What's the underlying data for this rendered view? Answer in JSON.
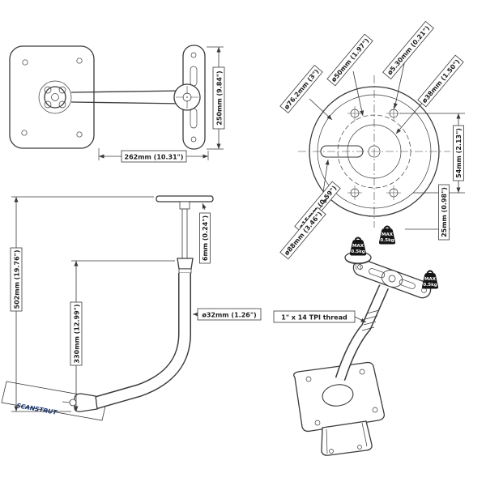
{
  "drawing": {
    "top_view": {
      "width": "262mm (10.31\")",
      "height": "250mm (9.84\")"
    },
    "plate_view": {
      "rim": "ø76.2mm (3\")",
      "bolt_circle": "ø50mm (1.97\")",
      "small_hole": "ø5.30mm (0.21\")",
      "mid_circle": "ø38mm (1.50\")",
      "slot": "ø15mm (0.59\")",
      "outer": "ø88mm (3.46\")",
      "hole_spacing_v": "54mm (2.13\")",
      "hole_edge": "25mm (0.98\")"
    },
    "side_view": {
      "overall_height": "502mm (19.76\")",
      "pole_height": "330mm (12.99\")",
      "plate_thickness": "6mm (0.24\")",
      "tube_diameter": "ø32mm (1.26\")",
      "brand": "SCANSTRUT"
    },
    "perspective_view": {
      "max_line1": "MAX",
      "max_line2": "0.5kg",
      "thread": "1\" x 14 TPI thread"
    }
  }
}
